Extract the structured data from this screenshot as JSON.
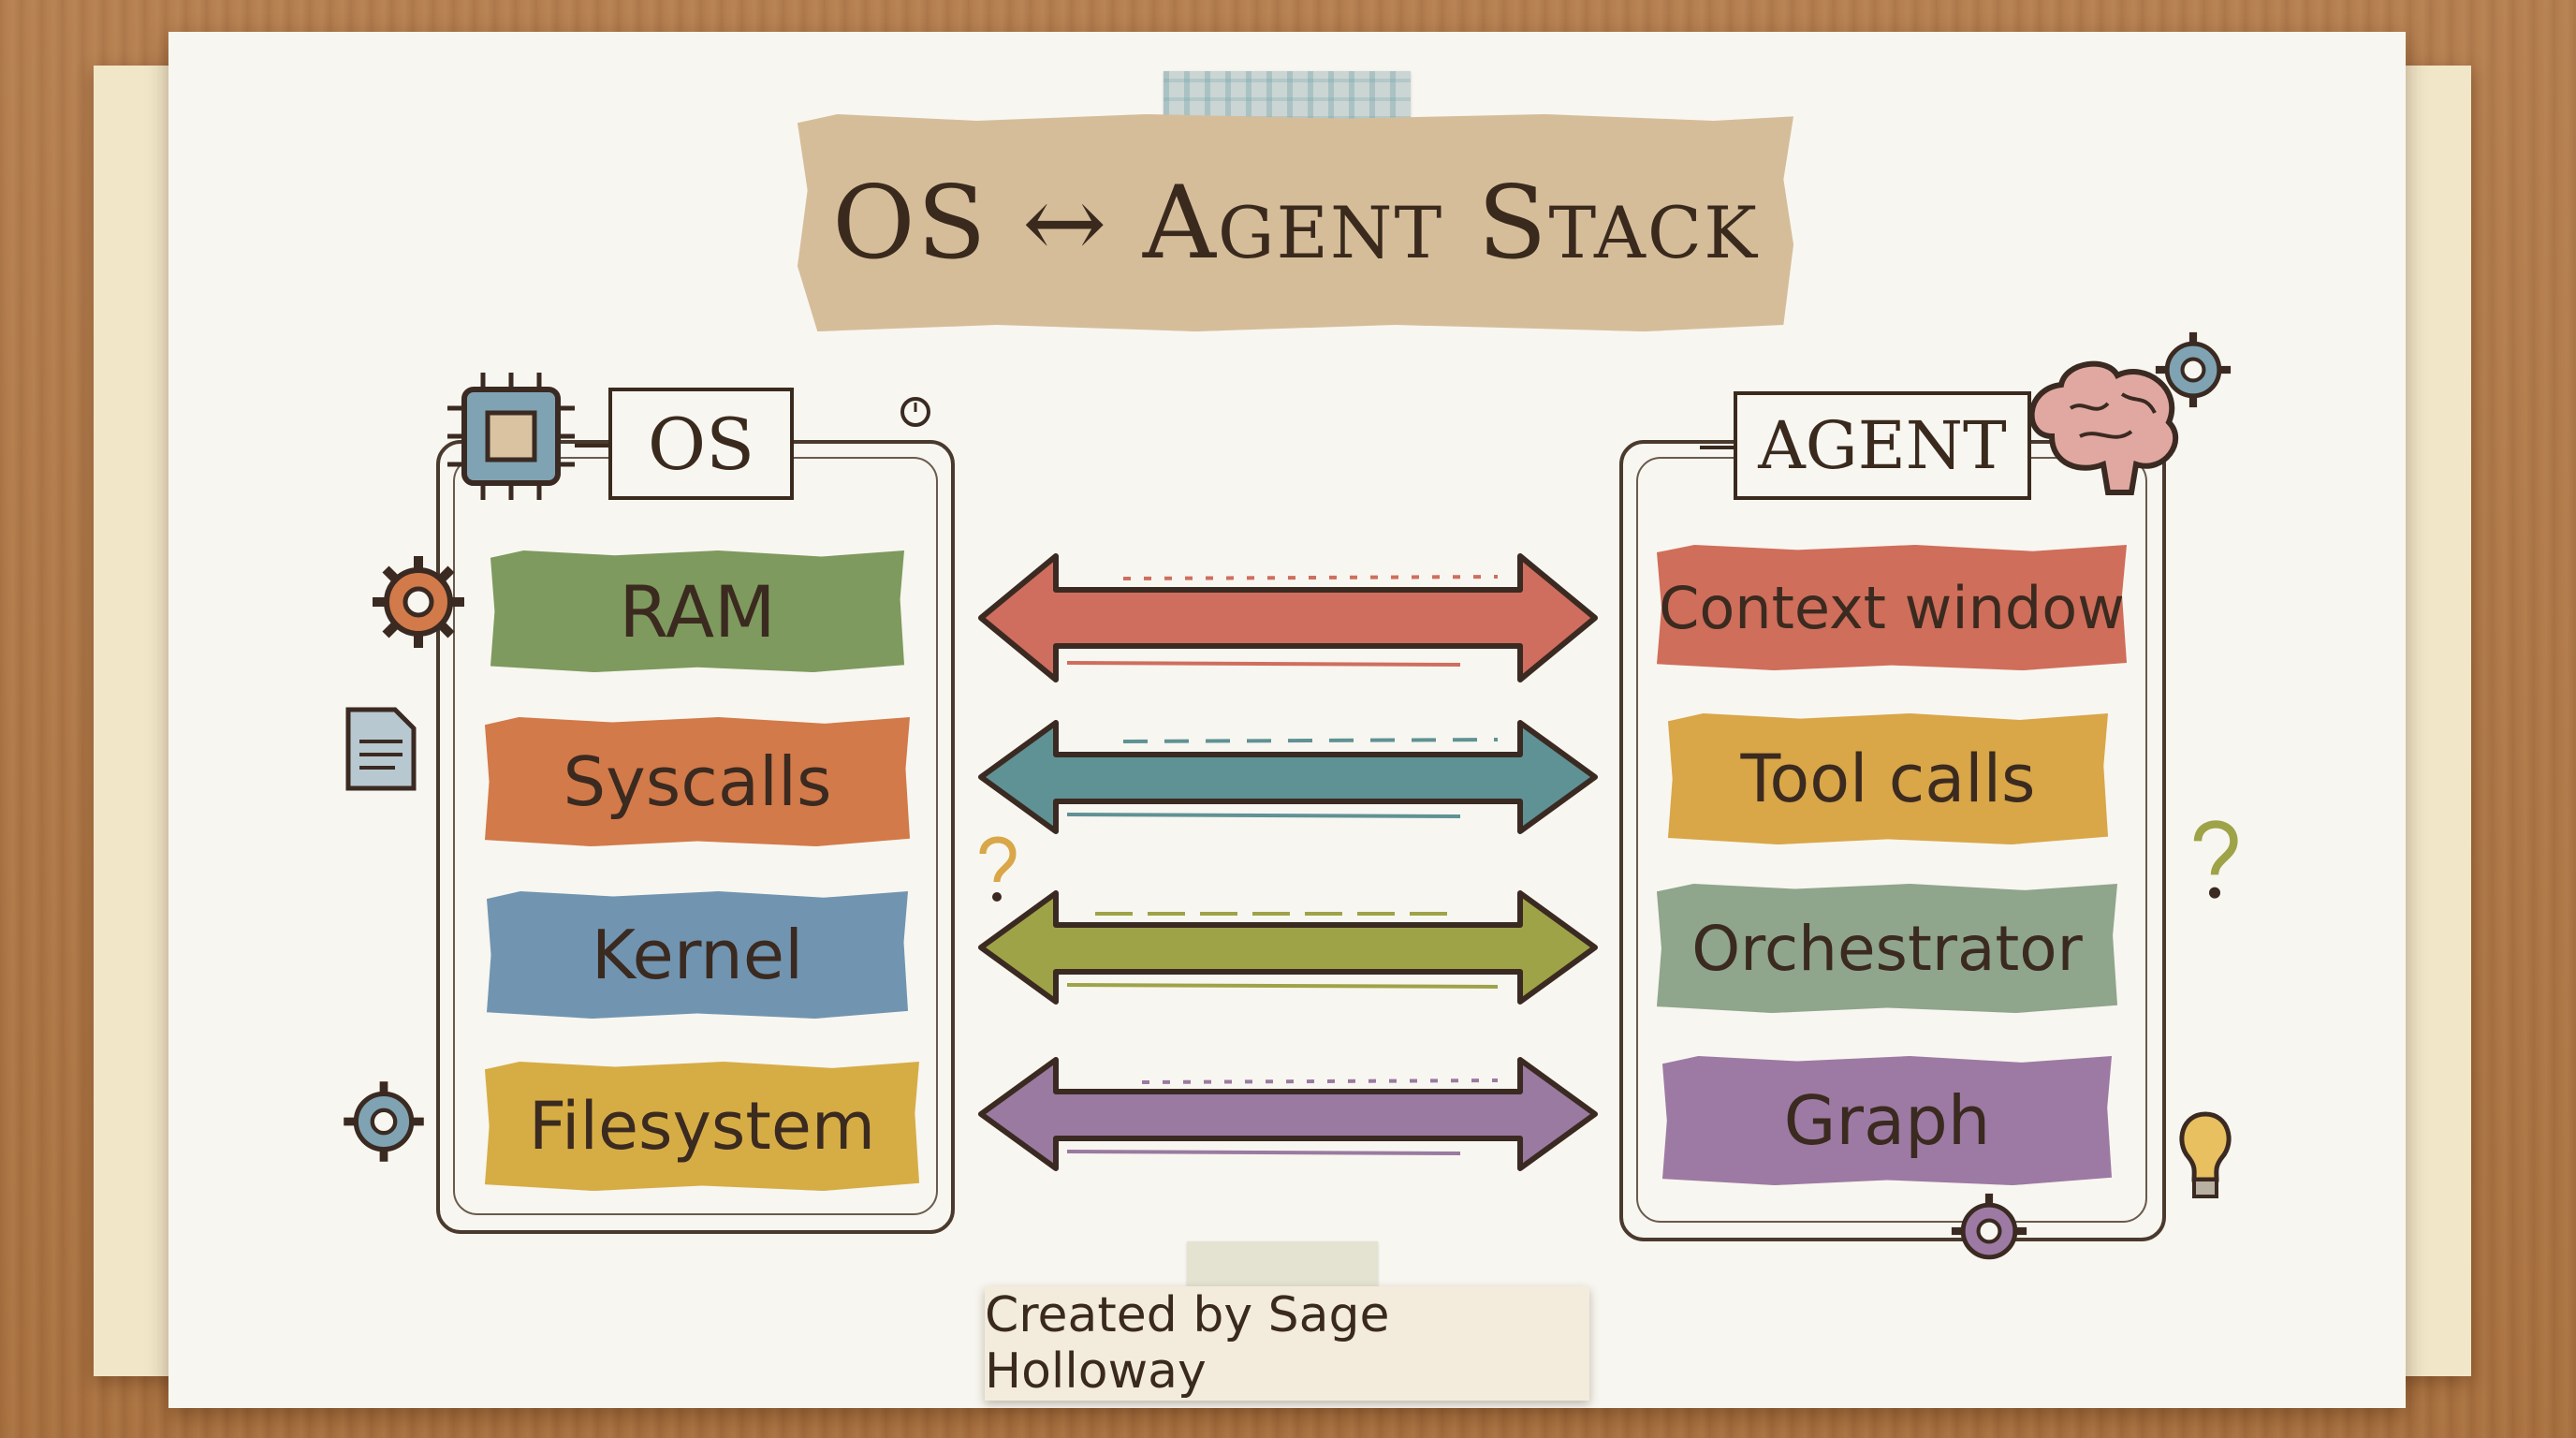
{
  "title": "OS ↔ Agent Stack",
  "left_panel": {
    "label": "OS",
    "items": [
      "RAM",
      "Syscalls",
      "Kernel",
      "Filesystem"
    ]
  },
  "right_panel": {
    "label": "AGENT",
    "items": [
      "Context window",
      "Tool calls",
      "Orchestrator",
      "Graph"
    ]
  },
  "colors": {
    "green": "#7e9a5e",
    "orange": "#d27a4a",
    "blue": "#7195b1",
    "yellow": "#d6ad45",
    "red": "#cf6e5a",
    "mustard": "#d9a648",
    "sage": "#8fa58c",
    "purple": "#9d7aa3",
    "arrow_red": "#cf6e5e",
    "arrow_teal": "#5f9294",
    "arrow_olive": "#9ea348",
    "arrow_purple": "#9a7aa0"
  },
  "credit": "Created by Sage Holloway",
  "icons": [
    "chip-icon",
    "brain-icon",
    "gear-icon",
    "document-icon",
    "question-icon",
    "lightbulb-icon",
    "clock-icon"
  ]
}
